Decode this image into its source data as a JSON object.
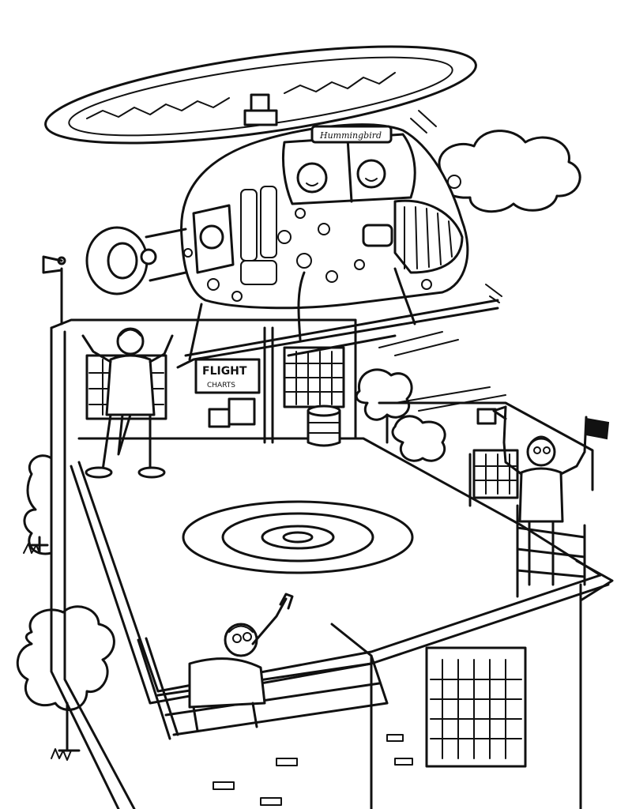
{
  "signs": {
    "flight_sign_main": "FLIGHT",
    "flight_sign_sub": "CHARTS",
    "helicopter_name": "Hummingbird"
  },
  "colors": {
    "ink": "#111111",
    "paper": "#ffffff"
  }
}
